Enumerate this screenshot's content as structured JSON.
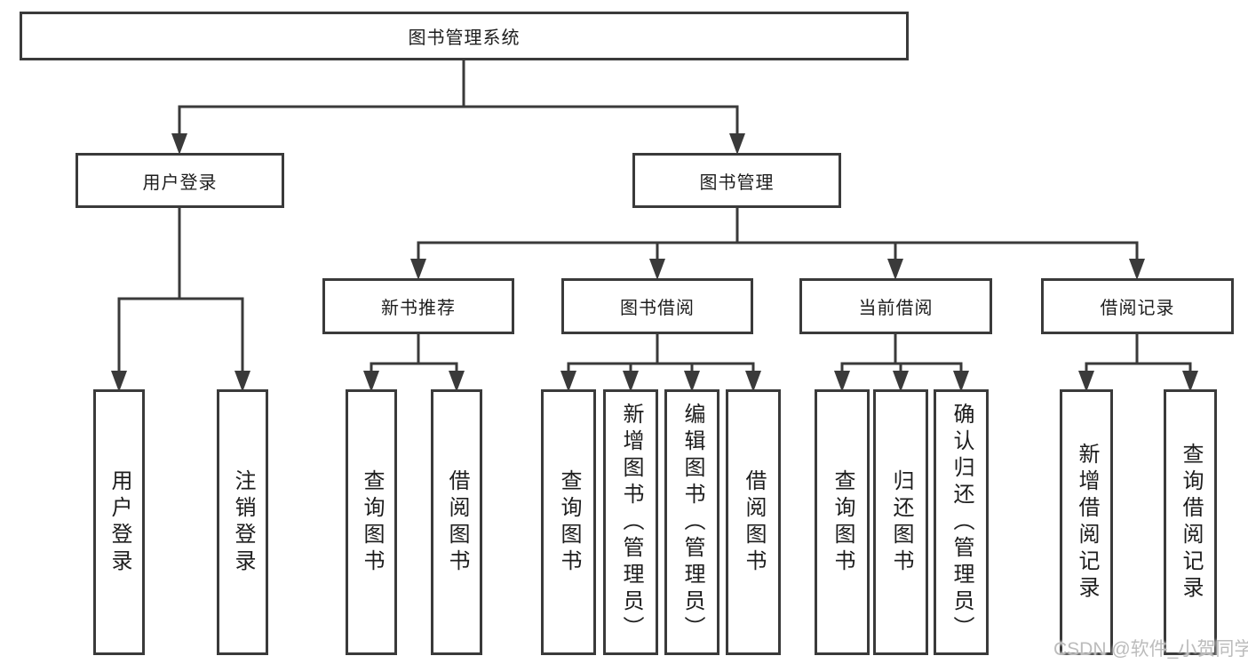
{
  "colors": {
    "line": "#3a3a3a",
    "text": "#1d1d1d",
    "watermark": "#bcbcbc",
    "background": "#ffffff"
  },
  "root": {
    "label": "图书管理系统"
  },
  "branches": [
    {
      "label": "用户登录",
      "children": [
        {
          "label": "用户登录"
        },
        {
          "label": "注销登录"
        }
      ]
    },
    {
      "label": "图书管理",
      "children": [
        {
          "label": "新书推荐",
          "children": [
            {
              "label": "查询图书"
            },
            {
              "label": "借阅图书"
            }
          ]
        },
        {
          "label": "图书借阅",
          "children": [
            {
              "label": "查询图书"
            },
            {
              "label": "新增图书（管理员）"
            },
            {
              "label": "编辑图书（管理员）"
            },
            {
              "label": "借阅图书"
            }
          ]
        },
        {
          "label": "当前借阅",
          "children": [
            {
              "label": "查询图书"
            },
            {
              "label": "归还图书"
            },
            {
              "label": "确认归还（管理员）"
            }
          ]
        },
        {
          "label": "借阅记录",
          "children": [
            {
              "label": "新增借阅记录"
            },
            {
              "label": "查询借阅记录"
            }
          ]
        }
      ]
    }
  ],
  "watermark": {
    "text": "CSDN @软件_小贺同学"
  }
}
